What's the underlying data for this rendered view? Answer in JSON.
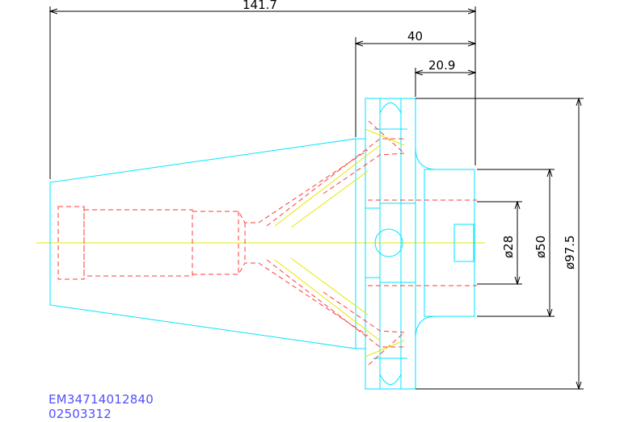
{
  "dimensions": {
    "overall_length": "141.7",
    "flange_to_end": "40",
    "gauge_length": "20.9",
    "bore_diameter": "ø28",
    "collar_diameter": "ø50",
    "flange_diameter": "ø97.5"
  },
  "part_codes": {
    "code_1": "EM34714012840",
    "code_2": "02503312"
  },
  "colors": {
    "outline": "#00e5ff",
    "hidden": "#ff3a3a",
    "centerline": "#e8e600",
    "dimension": "#000000",
    "code_text": "#5050ff"
  }
}
